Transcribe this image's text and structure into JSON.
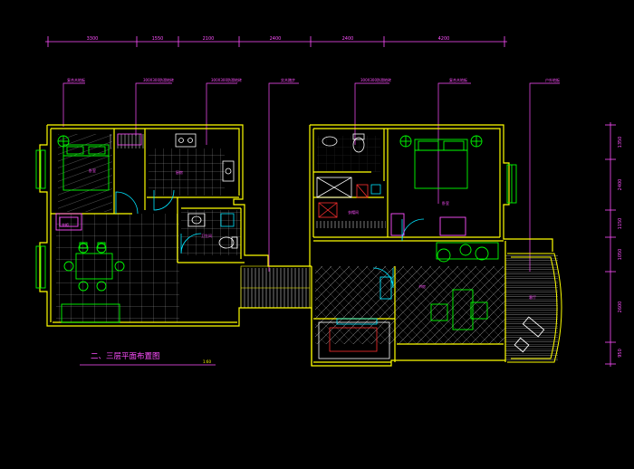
{
  "plan": {
    "title": "二、三层平面布置图",
    "scale": "1:60",
    "colors": {
      "background": "#000000",
      "wall": "#ffff00",
      "furniture": "#00ff00",
      "annotation": "#ff4fff",
      "hatch": "#b8b8b8",
      "fixture": "#ffffff",
      "accent_red": "#ff3030",
      "accent_cyan": "#00e5ff"
    },
    "top_dimensions": [
      "3300",
      "1550",
      "2100",
      "2400",
      "2400",
      "4200"
    ],
    "right_dimensions": [
      "1350",
      "2400",
      "1150",
      "1050",
      "2600",
      "950"
    ],
    "callouts": [
      "复合木地板",
      "300X300防滑地砖",
      "300X300防滑地砖",
      "实木踏步",
      "300X300防滑地砖",
      "复合木地板",
      "户外地板"
    ],
    "room_labels": [
      "卧室",
      "衣柜",
      "厨房",
      "卫生间",
      "衣帽间",
      "卧室",
      "书房",
      "客厅"
    ]
  }
}
